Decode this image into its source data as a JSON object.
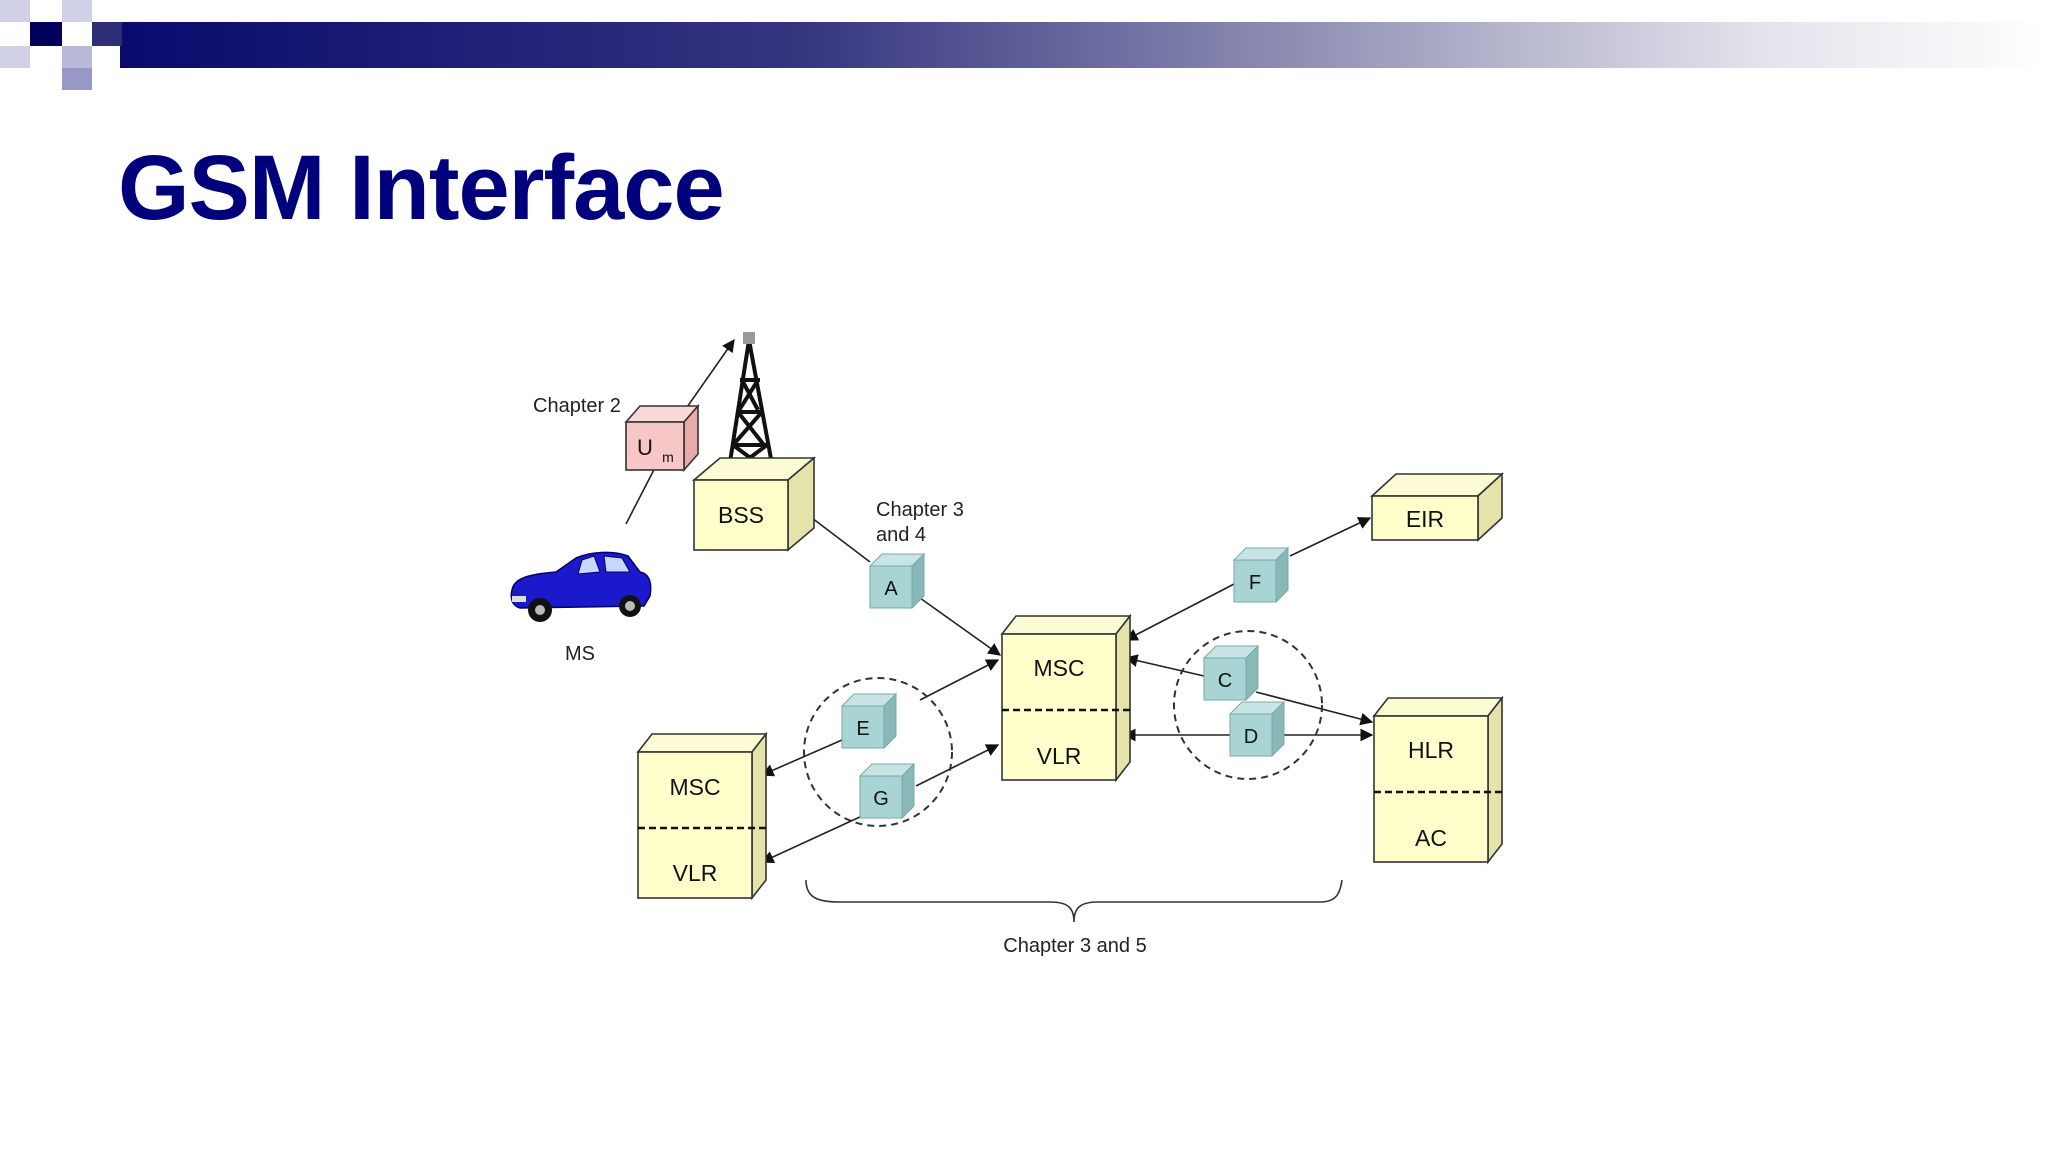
{
  "slide": {
    "title": "GSM Interface"
  },
  "diagram": {
    "nodes": {
      "bss": "BSS",
      "eir": "EIR",
      "msc_main": "MSC",
      "vlr_main": "VLR",
      "msc_left": "MSC",
      "vlr_left": "VLR",
      "hlr": "HLR",
      "ac": "AC",
      "ms": "MS"
    },
    "interfaces": {
      "um_u": "U",
      "um_m": "m",
      "a": "A",
      "c": "C",
      "d": "D",
      "e": "E",
      "f": "F",
      "g": "G"
    },
    "labels": {
      "chapter2": "Chapter 2",
      "chapter34_line1": "Chapter 3",
      "chapter34_line2": "and 4",
      "chapter35": "Chapter 3 and 5"
    }
  },
  "colors": {
    "title": "#00007d",
    "node_fill": "#ffffcc",
    "interface_fill": "#a8d4d4",
    "um_fill": "#f7c6c6",
    "car": "#1a1acc"
  }
}
